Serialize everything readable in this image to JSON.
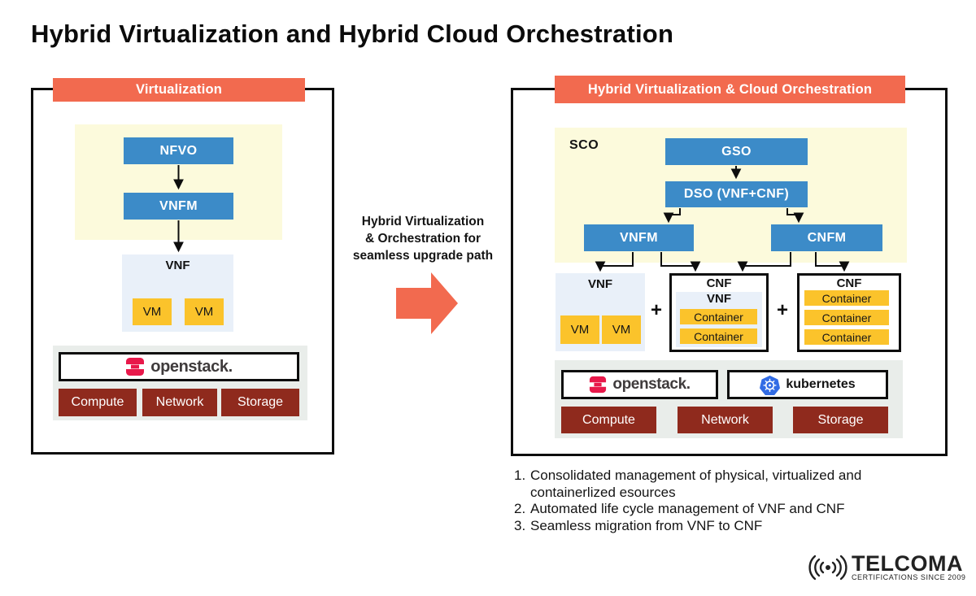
{
  "title": "Hybrid Virtualization and Hybrid Cloud Orchestration",
  "left_panel": {
    "header": "Virtualization",
    "nfvo": "NFVO",
    "vnfm": "VNFM",
    "vnf_group": {
      "label": "VNF",
      "vm1": "VM",
      "vm2": "VM"
    },
    "infra": {
      "openstack": "openstack.",
      "resources": [
        "Compute",
        "Network",
        "Storage"
      ]
    }
  },
  "transition": {
    "caption_lines": [
      "Hybrid Virtualization",
      "& Orchestration for",
      "seamless upgrade path"
    ]
  },
  "right_panel": {
    "header": "Hybrid Virtualization & Cloud Orchestration",
    "sco": "SCO",
    "gso": "GSO",
    "dso": "DSO (VNF+CNF)",
    "vnfm": "VNFM",
    "cnfm": "CNFM",
    "plus": "+",
    "vnf_group": {
      "label": "VNF",
      "vm1": "VM",
      "vm2": "VM"
    },
    "cnf_mid": {
      "label": "CNF",
      "inner_label": "VNF",
      "containers": [
        "Container",
        "Container"
      ]
    },
    "cnf_right": {
      "label": "CNF",
      "containers": [
        "Container",
        "Container",
        "Container"
      ]
    },
    "infra": {
      "openstack": "openstack.",
      "kubernetes": "kubernetes",
      "resources": [
        "Compute",
        "Network",
        "Storage"
      ]
    }
  },
  "notes": [
    {
      "num": "1.",
      "text": "Consolidated management of physical, virtualized and containerlized esources"
    },
    {
      "num": "2.",
      "text": "Automated life cycle management of VNF and CNF"
    },
    {
      "num": "3.",
      "text": "Seamless migration from VNF to CNF"
    }
  ],
  "brand": {
    "name": "TELCOMA",
    "tagline": "CERTIFICATIONS SINCE 2009"
  },
  "colors": {
    "accent_orange": "#F26A4F",
    "box_blue": "#3C8BC8",
    "pale_yellow": "#FCFADC",
    "vm_yellow": "#FBC32B",
    "dark_red": "#8F2A1D",
    "pale_blue": "#E9F0F9",
    "infra_gray": "#E9EDEA",
    "openstack_red": "#E8184A",
    "kubernetes_blue": "#326CE5",
    "line_black": "#0d0d0d"
  }
}
